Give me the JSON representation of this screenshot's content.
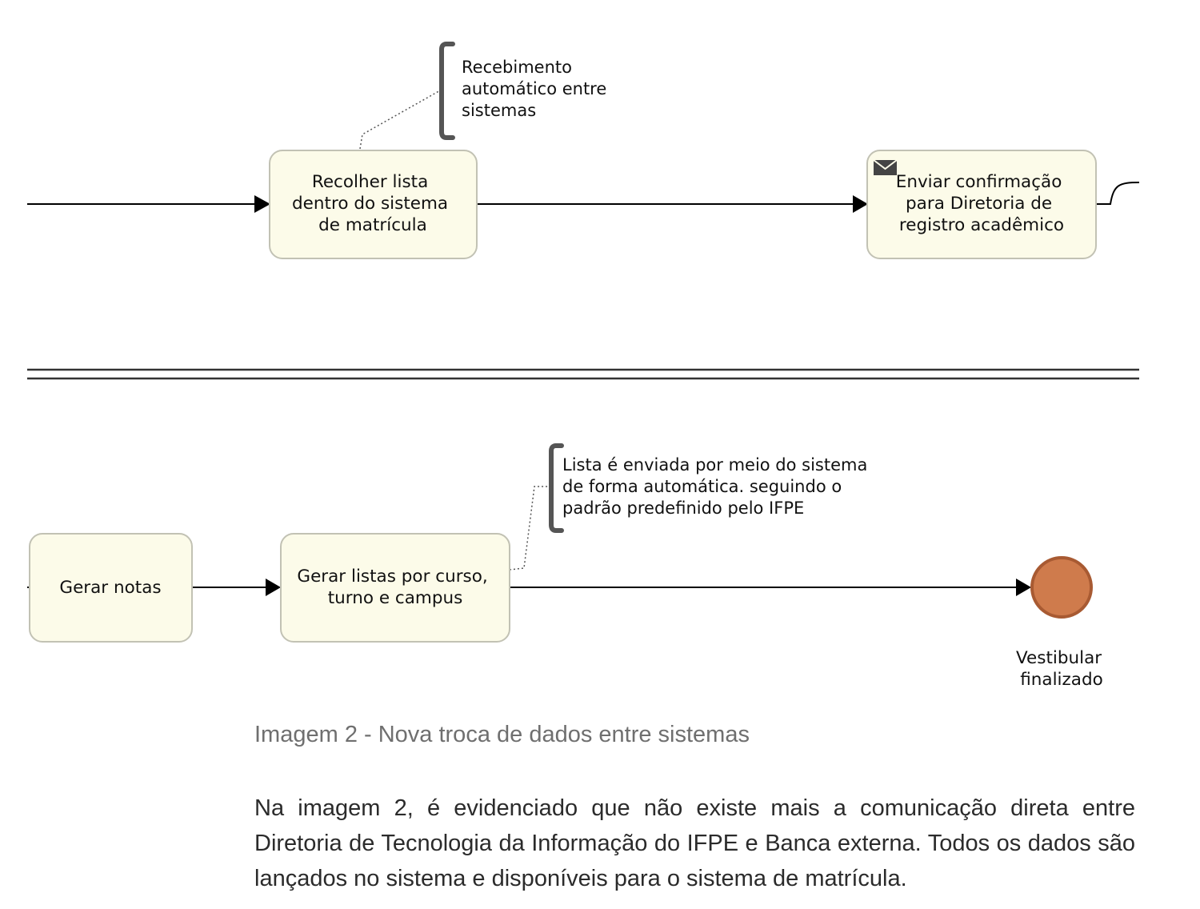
{
  "diagram": {
    "tasks": {
      "recolher": [
        "Recolher lista",
        "dentro do sistema",
        "de matrícula"
      ],
      "enviar": [
        "Enviar confirmação",
        "para Diretoria de",
        "registro acadêmico"
      ],
      "gerar_notas": [
        "Gerar notas"
      ],
      "gerar_listas": [
        "Gerar listas por curso,",
        "turno e campus"
      ]
    },
    "annotations": {
      "top": [
        "Recebimento",
        "automático entre",
        "sistemas"
      ],
      "bottom": [
        "Lista é enviada por meio do sistema",
        "de forma automática. seguindo o",
        "padrão predefinido pelo IFPE"
      ]
    },
    "end_event": {
      "label": [
        "Vestibular",
        "finalizado"
      ]
    },
    "icons": {
      "send_task": "envelope-icon"
    },
    "colors": {
      "task_fill": "#fcfbe9",
      "task_border": "#c2c2b4",
      "end_event_fill": "#cf7b4c",
      "end_event_border": "#a85a32",
      "flow": "#000000",
      "caption": "#6f6f6f",
      "body_text": "#2b2b2b"
    }
  },
  "caption": "Imagem 2 - Nova troca de dados entre sistemas",
  "paragraph": "Na imagem 2, é evidenciado que não existe mais a comunicação direta entre Diretoria de Tecnologia da Informação do IFPE e Banca externa. Todos os dados são lançados no sistema e disponíveis para o sistema de matrícula."
}
